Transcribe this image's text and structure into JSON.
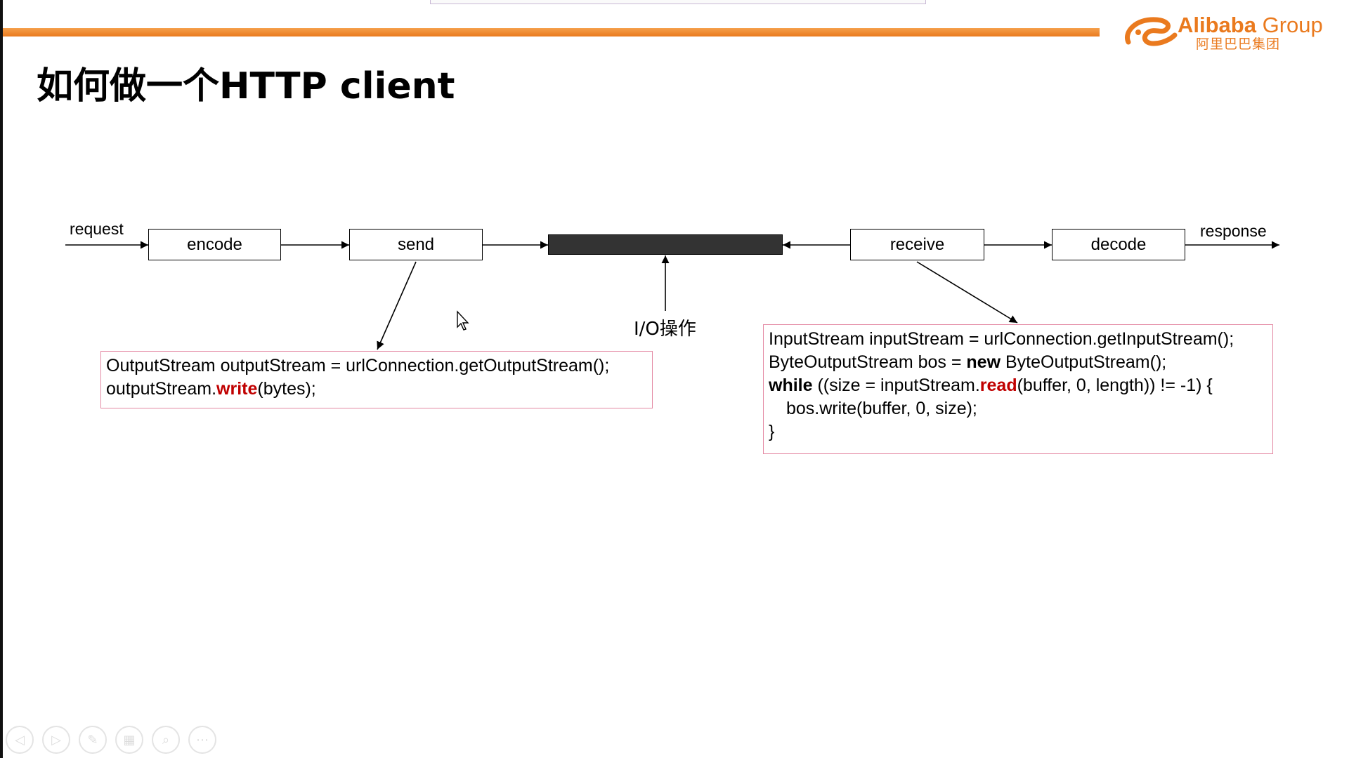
{
  "slide": {
    "title": "如何做一个HTTP client"
  },
  "brand": {
    "name_bold": "Alibaba",
    "name_light": "Group",
    "name_cn": "阿里巴巴集团",
    "accent_color": "#ea7a1e"
  },
  "diagram": {
    "input_label": "request",
    "output_label": "response",
    "boxes": {
      "encode": "encode",
      "send": "send",
      "receive": "receive",
      "decode": "decode"
    },
    "io_label": "I/O操作"
  },
  "send_code": {
    "line1": "OutputStream outputStream = urlConnection.getOutputStream();",
    "line2_pre": "outputStream.",
    "line2_kw": "write",
    "line2_post": "(bytes);"
  },
  "receive_code": {
    "line1": "InputStream inputStream = urlConnection.getInputStream();",
    "line2_pre": "ByteOutputStream bos = ",
    "line2_kw": "new",
    "line2_post": " ByteOutputStream();",
    "line3_kw": "while",
    "line3_pre": " ((size = inputStream.",
    "line3_red": "read",
    "line3_post": "(buffer, 0, length)) != -1) {",
    "line4": "bos.write(buffer, 0, size);",
    "line5": "}"
  },
  "player_controls": [
    {
      "icon": "previous-icon",
      "glyph": "◁"
    },
    {
      "icon": "next-icon",
      "glyph": "▷"
    },
    {
      "icon": "pen-icon",
      "glyph": "✎"
    },
    {
      "icon": "slides-icon",
      "glyph": "▦"
    },
    {
      "icon": "zoom-icon",
      "glyph": "⌕"
    },
    {
      "icon": "more-icon",
      "glyph": "⋯"
    }
  ]
}
